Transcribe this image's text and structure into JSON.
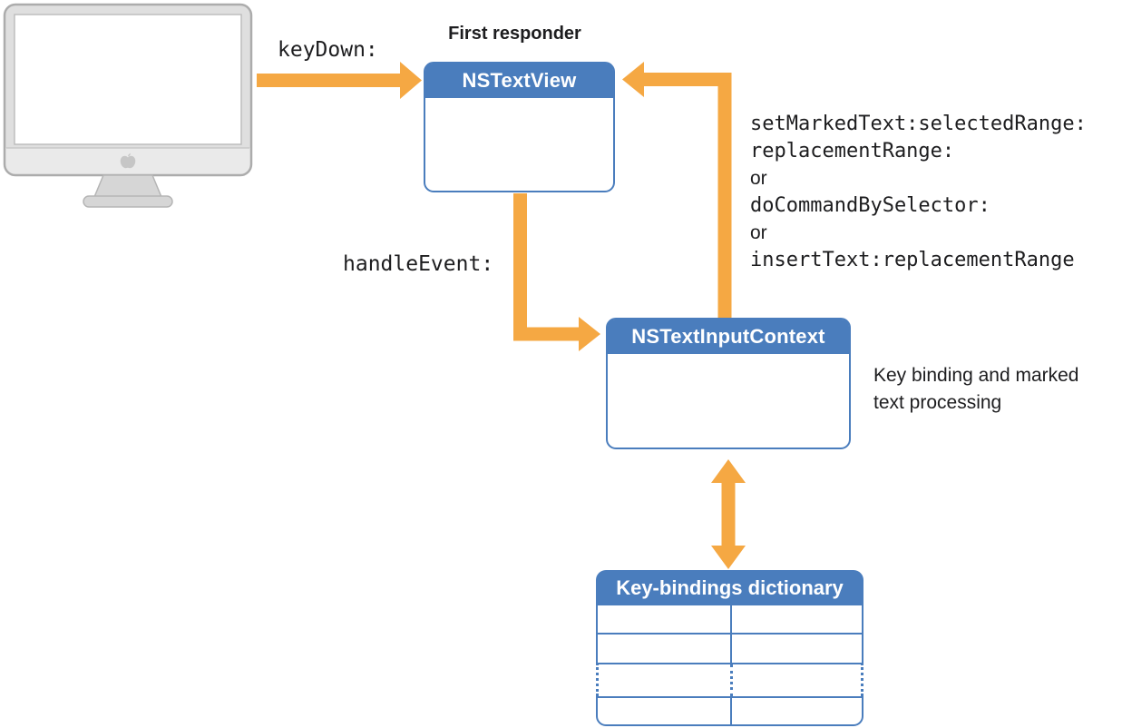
{
  "colors": {
    "arrow_orange": "#F5A843",
    "box_blue": "#4A7DBD",
    "text_ink": "#1d1d1f"
  },
  "labels": {
    "first_responder": "First responder",
    "keydown": "keyDown:",
    "handle_event": "handleEvent:",
    "context_note_line1": "Key binding and marked",
    "context_note_line2": "text processing"
  },
  "nodes": {
    "nstextview": {
      "title": "NSTextView"
    },
    "nstextinputcontext": {
      "title": "NSTextInputContext"
    },
    "keybindings_dictionary": {
      "title": "Key-bindings dictionary",
      "columns": 2,
      "visible_rows": 4,
      "continuation_row": 3
    }
  },
  "return_path": {
    "lines": [
      {
        "text": "setMarkedText:selectedRange:",
        "style": "mono"
      },
      {
        "text": "replacementRange:",
        "style": "mono"
      },
      {
        "text": "or",
        "style": "sans"
      },
      {
        "text": "doCommandBySelector:",
        "style": "mono"
      },
      {
        "text": "or",
        "style": "sans"
      },
      {
        "text": "insertText:replacementRange",
        "style": "mono"
      }
    ]
  },
  "icons": {
    "monitor": "mac-display-illustration",
    "apple_logo": "apple-logo-icon"
  }
}
